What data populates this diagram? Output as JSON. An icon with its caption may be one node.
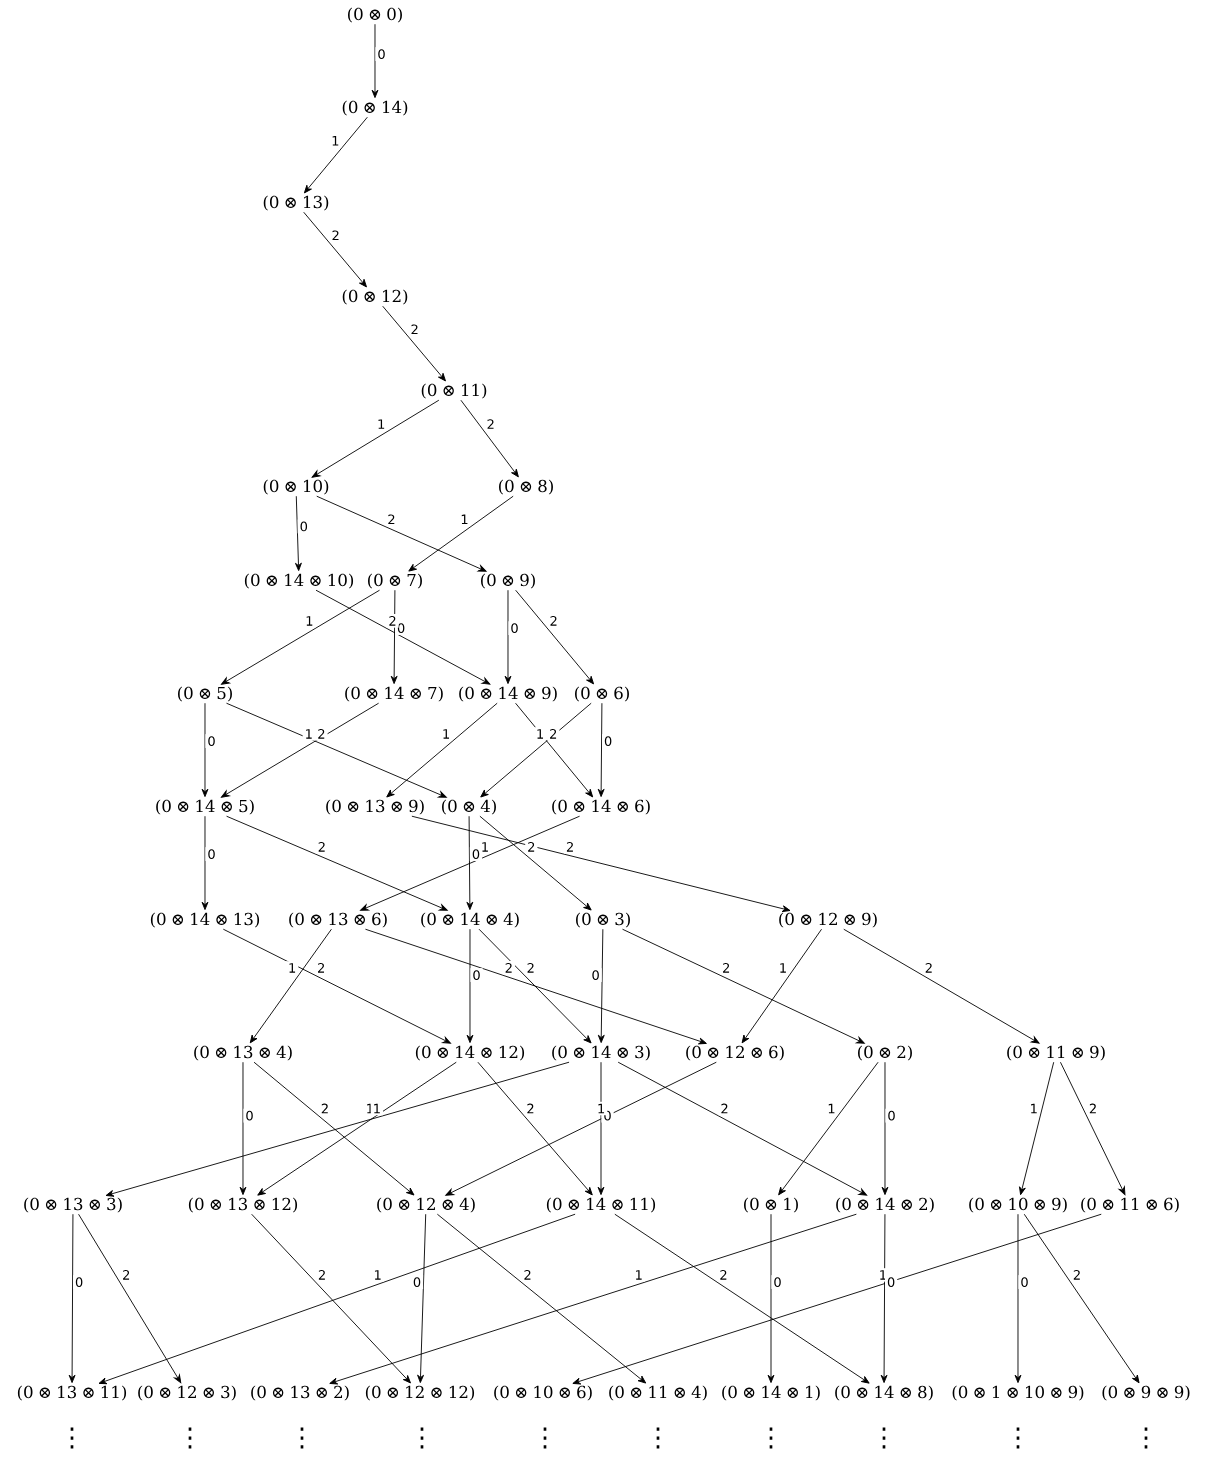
{
  "diagram": {
    "nodes": [
      {
        "text": [
          "(0 ⊗ 0)"
        ]
      },
      {
        "text": [
          "(0 ⊗ 14)"
        ]
      },
      {
        "text": [
          "(0 ⊗ 13)"
        ]
      },
      {
        "text": [
          "(0 ⊗ 12)"
        ]
      },
      {
        "text": [
          "(0 ⊗ 11)"
        ]
      },
      {
        "text": [
          "(0 ⊗ 10)"
        ]
      },
      {
        "text": [
          "(0 ⊗ 8)"
        ]
      },
      {
        "text": [
          "(0 ⊗ 14 ⊗ 10)"
        ]
      },
      {
        "text": [
          "(0 ⊗ 7)"
        ]
      },
      {
        "text": [
          "(0 ⊗ 9)"
        ]
      },
      {
        "text": [
          "(0 ⊗ 5)"
        ]
      },
      {
        "text": [
          "(0 ⊗ 14 ⊗ 7)"
        ]
      },
      {
        "text": [
          "(0 ⊗ 14 ⊗ 9)"
        ]
      },
      {
        "text": [
          "(0 ⊗ 6)"
        ]
      },
      {
        "text": [
          "(0 ⊗ 14 ⊗ 5)"
        ]
      },
      {
        "text": [
          "(0 ⊗ 13 ⊗ 9)"
        ]
      },
      {
        "text": [
          "(0 ⊗ 4)"
        ]
      },
      {
        "text": [
          "(0 ⊗ 14 ⊗ 6)"
        ]
      },
      {
        "text": [
          "(0 ⊗ 14 ⊗ 13)"
        ]
      },
      {
        "text": [
          "(0 ⊗ 13 ⊗ 6)"
        ]
      },
      {
        "text": [
          "(0 ⊗ 14 ⊗ 4)"
        ]
      },
      {
        "text": [
          "(0 ⊗ 3)"
        ]
      },
      {
        "text": [
          "(0 ⊗ 12 ⊗ 9)"
        ]
      },
      {
        "text": [
          "(0 ⊗ 13 ⊗ 4)"
        ]
      },
      {
        "text": [
          "(0 ⊗ 14 ⊗ 12)"
        ]
      },
      {
        "text": [
          "(0 ⊗ 14 ⊗ 3)"
        ]
      },
      {
        "text": [
          "(0 ⊗ 12 ⊗ 6)"
        ]
      },
      {
        "text": [
          "(0 ⊗ 2)"
        ]
      },
      {
        "text": [
          "(0 ⊗ 11 ⊗ 9)"
        ]
      },
      {
        "text": [
          "(0 ⊗ 13 ⊗ 3)"
        ]
      },
      {
        "text": [
          "(0 ⊗ 13 ⊗ 12)"
        ]
      },
      {
        "text": [
          "(0 ⊗ 12 ⊗ 4)"
        ]
      },
      {
        "text": [
          "(0 ⊗ 14 ⊗ 11)"
        ]
      },
      {
        "text": [
          "(0 ⊗ 1)"
        ]
      },
      {
        "text": [
          "(0 ⊗ 14 ⊗ 2)"
        ]
      },
      {
        "text": [
          "(0 ⊗ 10 ⊗ 9)"
        ]
      },
      {
        "text": [
          "(0 ⊗ 11 ⊗ 6)"
        ]
      },
      {
        "text": [
          "(0 ⊗ 13 ⊗ 11)"
        ]
      },
      {
        "text": [
          "(0 ⊗ 12 ⊗ 3)"
        ]
      },
      {
        "text": [
          "(0 ⊗ 13 ⊗ 2)"
        ]
      },
      {
        "text": [
          "(0 ⊗ 12 ⊗ 12)"
        ]
      },
      {
        "text": [
          "(0 ⊗ 10 ⊗ 6)"
        ]
      },
      {
        "text": [
          "(0 ⊗ 11 ⊗ 4)"
        ]
      },
      {
        "text": [
          "(0 ⊗ 14 ⊗ 1)"
        ]
      },
      {
        "text": [
          "(0 ⊗ 14 ⊗ 8)"
        ]
      },
      {
        "text": [
          "(0 ⊗ 1 ⊗ 10 ⊗ 9)"
        ]
      },
      {
        "text": [
          "(0 ⊗ 9 ⊗ 9)"
        ]
      }
    ],
    "edges": [
      {
        "from": 0,
        "to": 1,
        "arrow": "to",
        "label": "0"
      },
      {
        "from": 1,
        "to": 2,
        "arrow": "to",
        "label": "1"
      },
      {
        "from": 2,
        "to": 3,
        "arrow": "to",
        "label": "2"
      },
      {
        "from": 3,
        "to": 4,
        "arrow": "to",
        "label": "2"
      },
      {
        "from": 4,
        "to": 5,
        "arrow": "to",
        "label": "1"
      },
      {
        "from": 4,
        "to": 6,
        "arrow": "to",
        "label": "2"
      },
      {
        "from": 5,
        "to": 7,
        "arrow": "to",
        "label": "0"
      },
      {
        "from": 5,
        "to": 9,
        "arrow": "to",
        "label": "2"
      },
      {
        "from": 6,
        "to": 8,
        "arrow": "to",
        "label": "1"
      },
      {
        "from": 8,
        "to": 10,
        "arrow": "to",
        "label": "1"
      },
      {
        "from": 8,
        "to": 11,
        "arrow": "to",
        "label": "0"
      },
      {
        "from": 7,
        "to": 12,
        "arrow": "to",
        "label": "2"
      },
      {
        "from": 9,
        "to": 12,
        "arrow": "to",
        "label": "0"
      },
      {
        "from": 9,
        "to": 13,
        "arrow": "to",
        "label": "2"
      },
      {
        "from": 10,
        "to": 14,
        "arrow": "to",
        "label": "0"
      },
      {
        "from": 10,
        "to": 16,
        "arrow": "to",
        "label": "2"
      },
      {
        "from": 11,
        "to": 14,
        "arrow": "to",
        "label": "1"
      },
      {
        "from": 12,
        "to": 15,
        "arrow": "to",
        "label": "1"
      },
      {
        "from": 12,
        "to": 17,
        "arrow": "to",
        "label": "2"
      },
      {
        "from": 13,
        "to": 16,
        "arrow": "to",
        "label": "1"
      },
      {
        "from": 13,
        "to": 17,
        "arrow": "to",
        "label": "0"
      },
      {
        "from": 14,
        "to": 18,
        "arrow": "to",
        "label": "0"
      },
      {
        "from": 14,
        "to": 20,
        "arrow": "to",
        "label": "2"
      },
      {
        "from": 17,
        "to": 19,
        "arrow": "to",
        "label": "1"
      },
      {
        "from": 16,
        "to": 20,
        "arrow": "to",
        "label": "0"
      },
      {
        "from": 16,
        "to": 21,
        "arrow": "to",
        "label": "2"
      },
      {
        "from": 15,
        "to": 22,
        "arrow": "to",
        "label": "2"
      },
      {
        "from": 18,
        "to": 24,
        "arrow": "to",
        "label": "2"
      },
      {
        "from": 19,
        "to": 23,
        "arrow": "to",
        "label": "1"
      },
      {
        "from": 19,
        "to": 26,
        "arrow": "to",
        "label": "2"
      },
      {
        "from": 20,
        "to": 24,
        "arrow": "to",
        "label": "0"
      },
      {
        "from": 20,
        "to": 25,
        "arrow": "to",
        "label": "2"
      },
      {
        "from": 21,
        "to": 25,
        "arrow": "to",
        "label": "0"
      },
      {
        "from": 21,
        "to": 27,
        "arrow": "to",
        "label": "2"
      },
      {
        "from": 22,
        "to": 26,
        "arrow": "to",
        "label": "1"
      },
      {
        "from": 22,
        "to": 28,
        "arrow": "to",
        "label": "2"
      },
      {
        "from": 23,
        "to": 30,
        "arrow": "to",
        "label": "0"
      },
      {
        "from": 23,
        "to": 31,
        "arrow": "to",
        "label": "2"
      },
      {
        "from": 24,
        "to": 30,
        "arrow": "to",
        "label": "1"
      },
      {
        "from": 24,
        "to": 32,
        "arrow": "to",
        "label": "2"
      },
      {
        "from": 25,
        "to": 29,
        "arrow": "to",
        "label": "1"
      },
      {
        "from": 25,
        "to": 32,
        "arrow": "to",
        "label": "0"
      },
      {
        "from": 25,
        "to": 34,
        "arrow": "to",
        "label": "2"
      },
      {
        "from": 26,
        "to": 31,
        "arrow": "to",
        "label": "1"
      },
      {
        "from": 27,
        "to": 33,
        "arrow": "to",
        "label": "1"
      },
      {
        "from": 27,
        "to": 34,
        "arrow": "to",
        "label": "0"
      },
      {
        "from": 28,
        "to": 35,
        "arrow": "to",
        "label": "1"
      },
      {
        "from": 28,
        "to": 36,
        "arrow": "to",
        "label": "2"
      },
      {
        "from": 29,
        "to": 37,
        "arrow": "to",
        "label": "0"
      },
      {
        "from": 29,
        "to": 38,
        "arrow": "to",
        "label": "2"
      },
      {
        "from": 30,
        "to": 40,
        "arrow": "to",
        "label": "2"
      },
      {
        "from": 32,
        "to": 37,
        "arrow": "to",
        "label": "1"
      },
      {
        "from": 31,
        "to": 40,
        "arrow": "to",
        "label": "0"
      },
      {
        "from": 31,
        "to": 42,
        "arrow": "to",
        "label": "2"
      },
      {
        "from": 34,
        "to": 39,
        "arrow": "to",
        "label": "1"
      },
      {
        "from": 32,
        "to": 44,
        "arrow": "to",
        "label": "2"
      },
      {
        "from": 33,
        "to": 43,
        "arrow": "to",
        "label": "0"
      },
      {
        "from": 36,
        "to": 41,
        "arrow": "to",
        "label": "1"
      },
      {
        "from": 34,
        "to": 44,
        "arrow": "to",
        "label": "0"
      },
      {
        "from": 35,
        "to": 45,
        "arrow": "to",
        "label": "0"
      },
      {
        "from": 35,
        "to": 46,
        "arrow": "to",
        "label": "2"
      }
    ],
    "labels": [
      "⋮",
      "⋮",
      "⋮",
      "⋮",
      "⋮",
      "⋮",
      "⋮",
      "⋮",
      "⋮",
      "⋮"
    ]
  }
}
